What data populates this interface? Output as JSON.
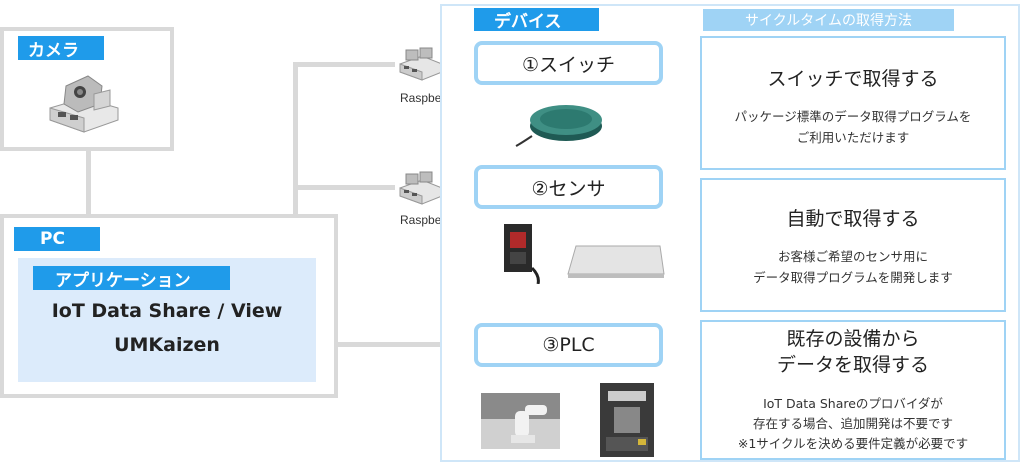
{
  "camera": {
    "label": "カメラ"
  },
  "pc": {
    "label": "PC",
    "app_label": "アプリケーション",
    "app_line1": "IoT Data Share / View",
    "app_line2": "UMKaizen"
  },
  "raspberry_pi": [
    "Raspberry Pi",
    "Raspberry Pi"
  ],
  "devices": {
    "label": "デバイス",
    "method_header": "サイクルタイムの取得方法",
    "items": [
      {
        "name": "①スイッチ",
        "title": "スイッチで取得する",
        "desc": [
          "パッケージ標準のデータ取得プログラムを",
          "ご利用いただけます"
        ]
      },
      {
        "name": "②センサ",
        "title": "自動で取得する",
        "desc": [
          "お客様ご希望のセンサ用に",
          "データ取得プログラムを開発します"
        ]
      },
      {
        "name": "③PLC",
        "title_lines": [
          "既存の設備から",
          "データを取得する"
        ],
        "desc": [
          "IoT Data Shareのプロバイダが",
          "存在する場合、追加開発は不要です",
          "※1サイクルを決める要件定義が必要です"
        ]
      }
    ]
  },
  "colors": {
    "accent": "#1f9bea",
    "device_border": "#9fd3f5",
    "app_bg": "#dcebfb",
    "connector": "#d9d9d9"
  }
}
